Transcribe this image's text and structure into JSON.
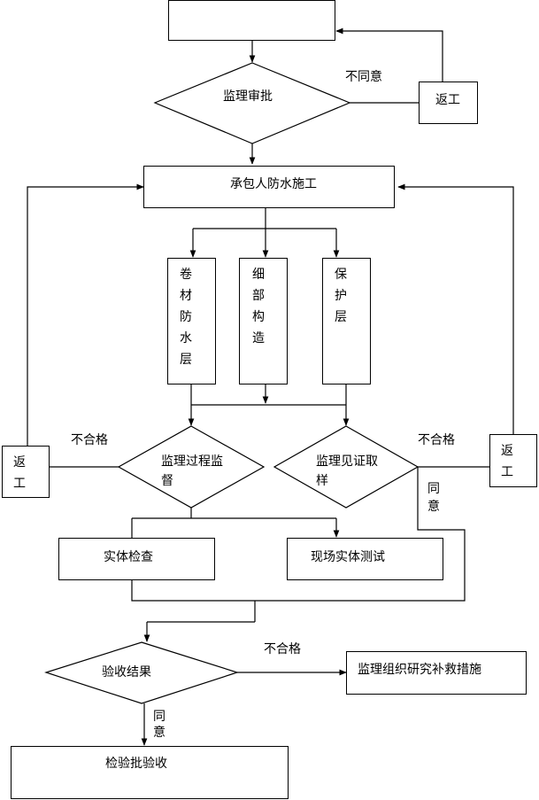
{
  "nodes": {
    "plan_approval": "",
    "supervisor_approve": "监理审批",
    "rework_top": "返工",
    "contractor_construct": "承包人防水施工",
    "membrane": "卷材防水层",
    "detail": "细部构造",
    "protect": "保护层",
    "rework_left": "返工",
    "process_supervise": "监理过程监督",
    "witness_sample": "监理见证取样",
    "rework_right": "返工",
    "physical_check": "实体检查",
    "site_test": "现场实体测试",
    "acceptance_result": "验收结果",
    "remedy": "监理组织研究补救措施",
    "batch_accept": "检验批验收"
  },
  "edge_labels": {
    "disagree": "不同意",
    "fail_left": "不合格",
    "fail_right": "不合格",
    "agree_right": "同意",
    "fail_bottom": "不合格",
    "agree_bottom": "同意"
  },
  "colors": {
    "line": "#000000",
    "background": "#ffffff"
  }
}
